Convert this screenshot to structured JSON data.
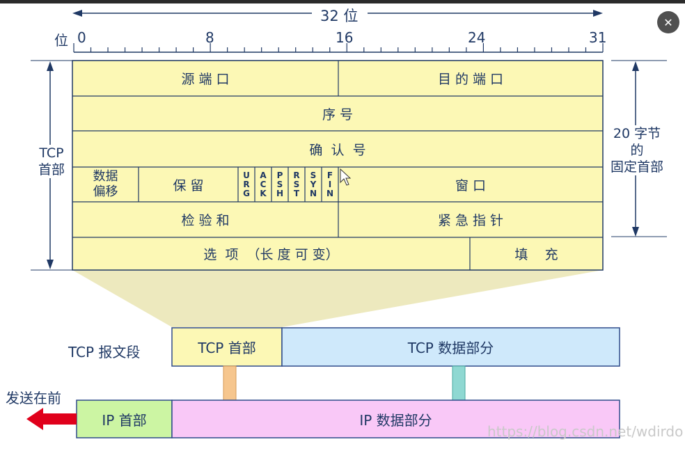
{
  "bit_width_label": "32 位",
  "bit_axis_label": "位",
  "bit_ticks": [
    "0",
    "8",
    "16",
    "24",
    "31"
  ],
  "tcp_header_side_label": "TCP\n首部",
  "fixed_header_label": "20 字节的\n固定首部",
  "fields": {
    "source_port": "源 端 口",
    "dest_port": "目 的 端 口",
    "seq": "序 号",
    "ack_num": "确  认  号",
    "data_offset": "数据\n偏移",
    "reserved": "保 留",
    "flags": [
      "URG",
      "ACK",
      "PSH",
      "RST",
      "SYN",
      "FIN"
    ],
    "window": "窗 口",
    "checksum": "检 验 和",
    "urgent_ptr": "紧 急 指 针",
    "options": "选  项  （长 度 可 变）",
    "padding": "填    充"
  },
  "segment": {
    "row_label": "TCP 报文段",
    "header": "TCP 首部",
    "data": "TCP 数据部分"
  },
  "ip": {
    "send_first_label": "发送在前",
    "header": "IP 首部",
    "data": "IP 数据部分"
  },
  "watermark": "https://blog.csdn.net/wdirdo",
  "colors": {
    "header_fill": "#fcf8b5",
    "tcp_data_fill": "#cfe9fb",
    "ip_header_fill": "#ccf5a3",
    "ip_data_fill": "#f9c8f7",
    "arrow_red": "#e0001b",
    "arrow_orange": "#f6c68e",
    "arrow_teal": "#8fd8d2",
    "text_navy": "#1f3864"
  }
}
